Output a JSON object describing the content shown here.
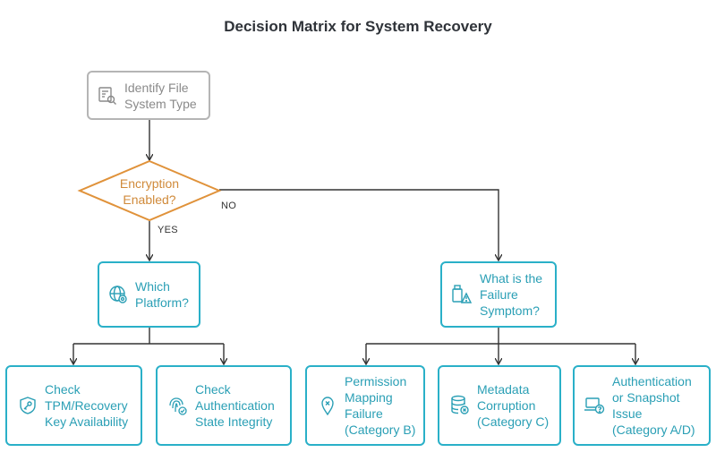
{
  "title": "Decision Matrix for System Recovery",
  "nodes": {
    "identify": "Identify File\nSystem Type",
    "encryption": "Encryption\nEnabled?",
    "platform": "Which\nPlatform?",
    "symptom": "What is the\nFailure\nSymptom?",
    "tpm": "Check\nTPM/Recovery\nKey Availability",
    "auth_state": "Check\nAuthentication\nState Integrity",
    "permission": "Permission\nMapping\nFailure\n(Category B)",
    "metadata": "Metadata\nCorruption\n(Category C)",
    "auth_snapshot": "Authentication\nor Snapshot\nIssue\n(Category A/D)"
  },
  "edge_labels": {
    "yes": "YES",
    "no": "NO"
  },
  "colors": {
    "teal": "#2ab0c8",
    "orange": "#e0923a",
    "gray": "#b5b5b5",
    "line": "#333333"
  },
  "icons": {
    "identify": "file-search-icon",
    "platform": "globe-gear-icon",
    "symptom": "usb-warning-icon",
    "tpm": "key-shield-icon",
    "auth_state": "fingerprint-check-icon",
    "permission": "location-x-icon",
    "metadata": "database-x-icon",
    "auth_snapshot": "laptop-question-icon"
  }
}
